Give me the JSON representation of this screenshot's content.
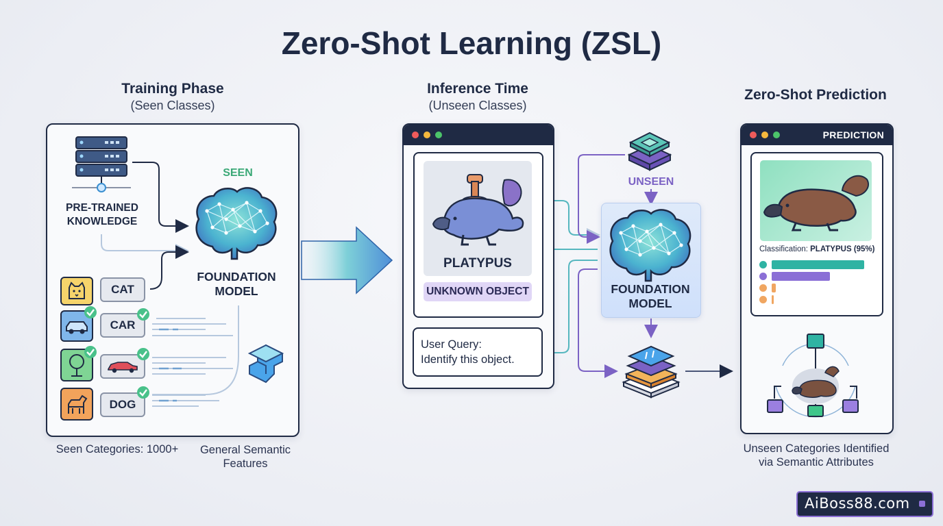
{
  "title": "Zero-Shot Learning (ZSL)",
  "training": {
    "heading": "Training Phase",
    "subheading": "(Seen Classes)",
    "pretrained_label_line1": "PRE-TRAINED",
    "pretrained_label_line2": "KNOWLEDGE",
    "seen_label": "SEEN",
    "model_line1": "FOUNDATION",
    "model_line2": "MODEL",
    "chips": [
      "CAT",
      "CAR",
      "DOG"
    ],
    "caption_left": "Seen Categories: 1000+",
    "caption_right_line1": "General Semantic",
    "caption_right_line2": "Features"
  },
  "inference": {
    "heading": "Inference Time",
    "subheading": "(Unseen Classes)",
    "object_name": "PLATYPUS",
    "object_tag": "UNKNOWN OBJECT",
    "query_line1": "User Query:",
    "query_line2": "Identify this object.",
    "unseen_label": "UNSEEN",
    "model_line1": "FOUNDATION",
    "model_line2": "MODEL"
  },
  "prediction": {
    "heading": "Zero-Shot Prediction",
    "bar_title": "PREDICTION",
    "classification_prefix": "Classification: ",
    "classification_value": "PLATYPUS (95%)",
    "caption_line1": "Unseen Categories Identified",
    "caption_line2": "via Semantic Attributes",
    "score_bars": [
      {
        "color": "#2fb3a3",
        "fraction": 0.95
      },
      {
        "color": "#8b6fd6",
        "fraction": 0.6
      },
      {
        "color": "#f0a661",
        "fraction": 0.04
      },
      {
        "color": "#f0a661",
        "fraction": 0.02
      }
    ]
  },
  "watermark": "AiBoss88.com",
  "colors": {
    "navy": "#1f2a44",
    "teal": "#2fb3a3",
    "purple": "#8b6fd6",
    "green_text": "#3aa876",
    "unseen_text": "#7b62c4",
    "check": "#49c18a"
  },
  "icons": [
    "server-icon",
    "brain-network-icon",
    "cat-icon",
    "car-icon",
    "tree-icon",
    "dog-icon",
    "check-icon",
    "platypus-icon",
    "layer-stack-icon",
    "cube-icon",
    "hierarchy-icon"
  ]
}
